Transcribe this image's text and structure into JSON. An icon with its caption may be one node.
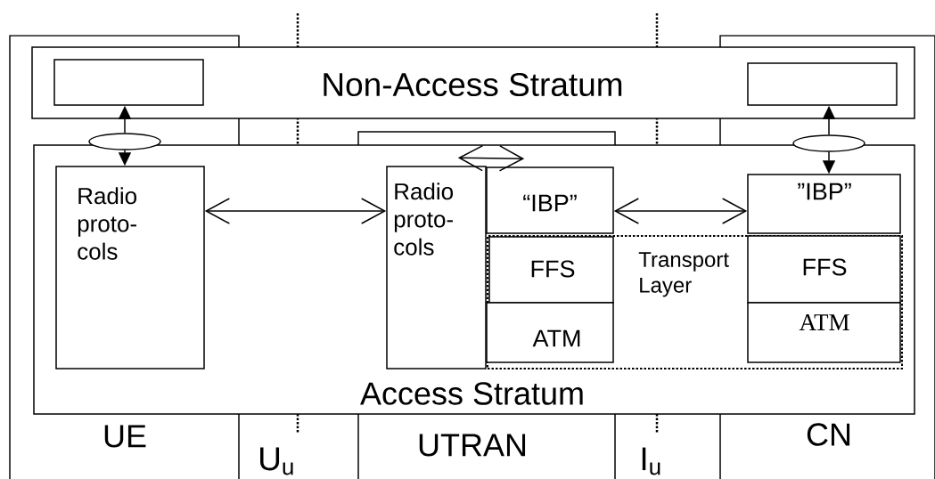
{
  "diagram": {
    "nodes": [
      {
        "text": [
          "Non-Access Stratum"
        ]
      },
      {
        "text": [],
        "shape": "box",
        "in": 0
      },
      {
        "text": [],
        "shape": "box",
        "in": 0
      },
      {
        "text": [],
        "shape": "ellipse"
      },
      {
        "text": [],
        "shape": "ellipse"
      },
      {
        "text": [
          "Access Stratum"
        ]
      },
      {
        "text": [
          "Radio proto- cols"
        ],
        "in": 5
      },
      {
        "text": [
          "Radio proto- cols"
        ],
        "in": 5
      },
      {
        "text": [
          "“IBP”"
        ],
        "in": 5
      },
      {
        "text": [
          "”IBP”"
        ],
        "in": 5
      },
      {
        "text": [
          "Transport Layer"
        ],
        "in": 5
      },
      {
        "text": [
          "FFS"
        ],
        "in": 10
      },
      {
        "text": [
          "ATM"
        ],
        "in": 10
      },
      {
        "text": [
          "FFS"
        ],
        "in": 10
      },
      {
        "text": [
          "ATM"
        ],
        "in": 10
      }
    ],
    "edges": [
      {
        "from": 3,
        "to": 1,
        "arrow": "to"
      },
      {
        "from": 3,
        "to": 6,
        "arrow": "to"
      },
      {
        "from": 4,
        "to": 2,
        "arrow": "to"
      },
      {
        "from": 4,
        "to": 9,
        "arrow": "to"
      },
      {
        "from": 6,
        "to": 7,
        "arrow": "both"
      },
      {
        "from": 8,
        "to": 9,
        "arrow": "both"
      },
      {
        "from": 7,
        "to": 8,
        "arrow": "both"
      }
    ],
    "labels": [
      "UE",
      "U$_{u}$",
      "UTRAN",
      "I$_{u}$",
      "CN"
    ]
  }
}
